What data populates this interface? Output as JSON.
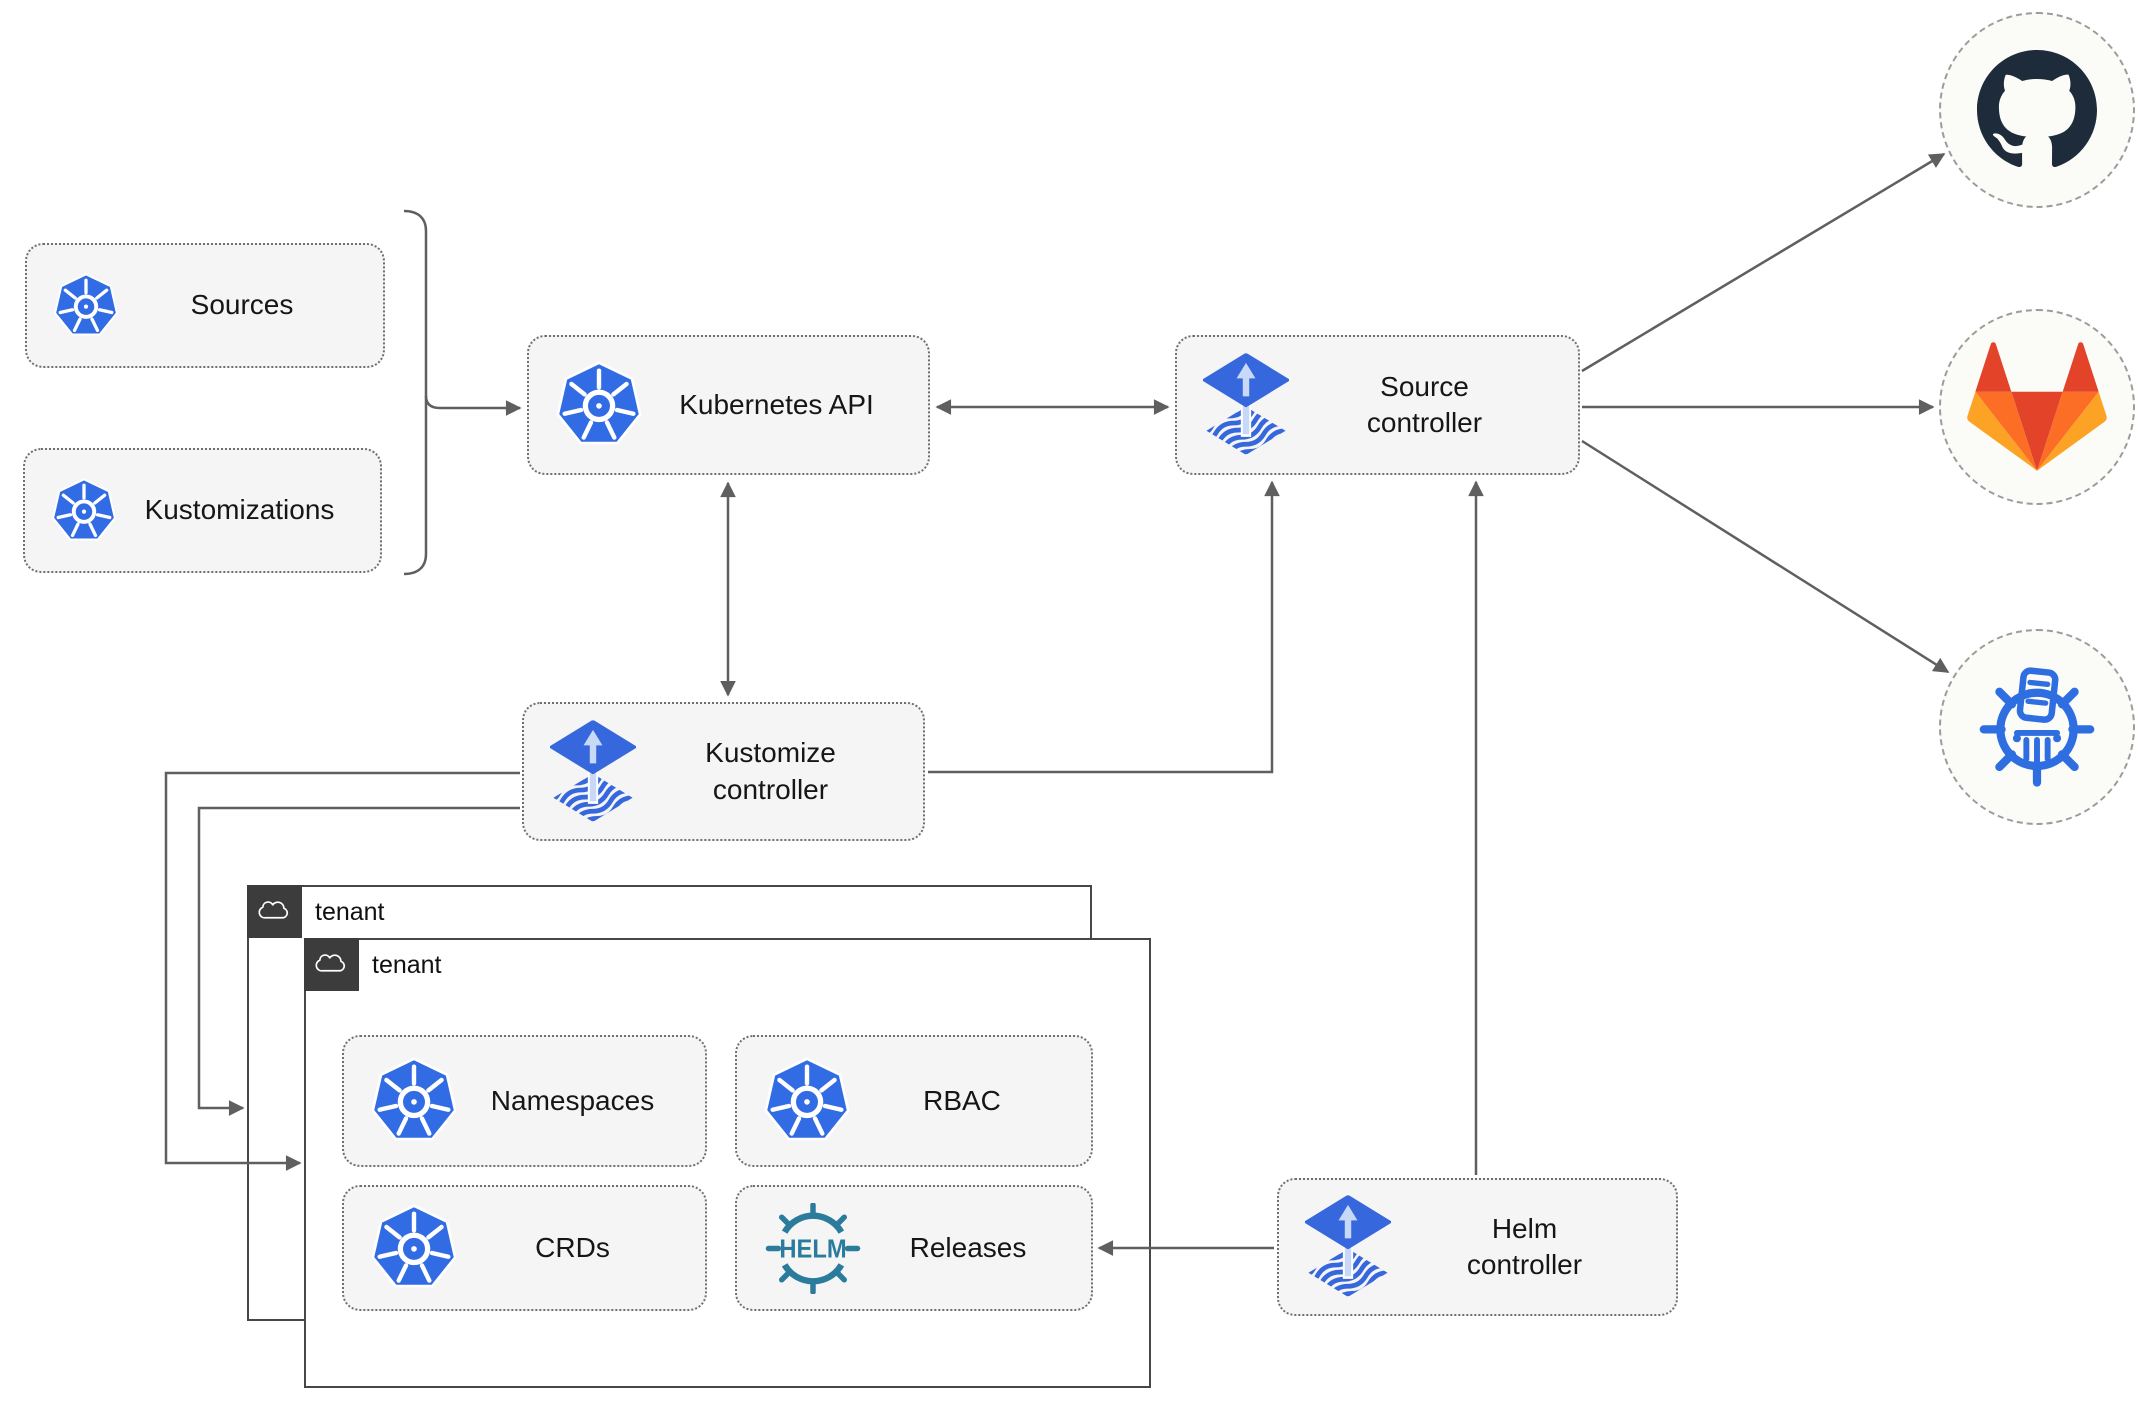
{
  "nodes": {
    "sources": {
      "label": "Sources",
      "icon": "kubernetes"
    },
    "kustomizations": {
      "label": "Kustomizations",
      "icon": "kubernetes"
    },
    "kubernetes_api": {
      "label": "Kubernetes API",
      "icon": "kubernetes"
    },
    "source_controller": {
      "label": "Source controller",
      "icon": "flux"
    },
    "kustomize_controller": {
      "label": "Kustomize controller",
      "icon": "flux"
    },
    "helm_controller": {
      "label": "Helm controller",
      "icon": "flux"
    },
    "namespaces": {
      "label": "Namespaces",
      "icon": "kubernetes"
    },
    "rbac": {
      "label": "RBAC",
      "icon": "kubernetes"
    },
    "crds": {
      "label": "CRDs",
      "icon": "kubernetes"
    },
    "releases": {
      "label": "Releases",
      "icon": "helm",
      "logo_text": "HELM"
    }
  },
  "groups": {
    "tenant_outer": {
      "label": "tenant",
      "icon": "cloud"
    },
    "tenant_inner": {
      "label": "tenant",
      "icon": "cloud"
    }
  },
  "external_targets": [
    {
      "id": "github",
      "icon": "github-logo"
    },
    {
      "id": "gitlab",
      "icon": "gitlab-logo"
    },
    {
      "id": "chartmuseum",
      "icon": "chartmuseum-logo"
    }
  ],
  "edges": [
    {
      "from": "sources+kustomizations",
      "to": "kubernetes_api",
      "style": "arrow"
    },
    {
      "from": "kubernetes_api",
      "to": "source_controller",
      "style": "bidirectional"
    },
    {
      "from": "kubernetes_api",
      "to": "kustomize_controller",
      "style": "bidirectional"
    },
    {
      "from": "kustomize_controller",
      "to": "source_controller",
      "style": "arrow"
    },
    {
      "from": "kustomize_controller",
      "to": "tenant_outer",
      "style": "arrow"
    },
    {
      "from": "kustomize_controller",
      "to": "tenant_inner",
      "style": "arrow"
    },
    {
      "from": "helm_controller",
      "to": "source_controller",
      "style": "arrow"
    },
    {
      "from": "helm_controller",
      "to": "releases",
      "style": "arrow"
    },
    {
      "from": "source_controller",
      "to": "github",
      "style": "arrow"
    },
    {
      "from": "source_controller",
      "to": "gitlab",
      "style": "arrow"
    },
    {
      "from": "source_controller",
      "to": "chartmuseum",
      "style": "arrow"
    }
  ],
  "colors": {
    "kubernetes_blue": "#326ce5",
    "flux_blue": "#3667dd",
    "flux_light": "#c8d8f7",
    "helm_teal": "#2b7b9c",
    "chartmuseum_blue": "#2e6ee0",
    "github_black": "#1d2b3a",
    "gitlab_red": "#e24329",
    "gitlab_orange": "#fc6d26",
    "gitlab_yellow": "#fca326",
    "box_fill": "#f5f5f5",
    "tenant_tab": "#3c3c3c",
    "circle_fill": "#fbfbf8",
    "arrow": "#5f5f5f"
  }
}
